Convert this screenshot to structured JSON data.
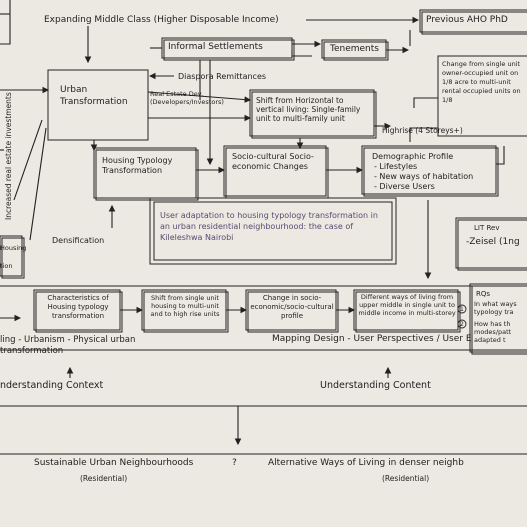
{
  "nodes": {
    "expanding_middle_class": "Expanding Middle Class (Higher Disposable Income)",
    "previous_aho_phd": "Previous AHO PhD",
    "informal_settlements": "Informal Settlements",
    "tenements": "Tenements",
    "diaspora_remittances": "Diaspora Remittances",
    "urban_transformation": "Urban Transformation",
    "real_estate_dev": "Real Estate Dev. (Developers/Investors)",
    "shift_horizontal_vertical": "Shift from Horizontal to vertical living: Single-family unit to multi-family unit",
    "highrise": "Highrise (4 Storeys+)",
    "change_from_single": "Change from single unit owner-occupied unit on 1/8 acre to multi-unit rental occupied units on 1/8",
    "increased_real_estate": "Increased real estate investments",
    "housing_typology_transformation": "Housing Typology Transformation",
    "socio_cultural_changes": "Socio-cultural Socio-economic Changes",
    "demographic_profile": "Demographic Profile",
    "lifestyles": "- Lifestyles",
    "new_ways_habitation": "- New ways of habitation",
    "diverse_users": "- Diverse Users",
    "left_housing": "Housing",
    "left_tion": "tion",
    "research_title": "User adaptation to housing typology transformation in an urban residential neighbourhood: the case of Kileleshwa Nairobi",
    "lit_rev": "LIT Rev",
    "zeisel": "-Zeisel (1ng",
    "densification": "Densification",
    "characteristics_housing": "Characteristics of Housing typology transformation",
    "shift_single_multi": "Shift from single unit housing to multi-unit and to high rise units",
    "change_socio_economic": "Change in socio-economic/socio-cultural profile",
    "different_ways_living": "Different ways of living from upper middle in single unit to middle income in multi-storey",
    "rqs": "RQs",
    "rq1": "In what ways typology tra",
    "rq2": "How has th modes/patt adapted t",
    "ling_urbanism": "ling - Urbanism - Physical urban transformation",
    "mapping_design": "Mapping Design - User Perspectives / User E",
    "understanding_context": "nderstanding Context",
    "understanding_content": "Understanding Content",
    "sustainable_neighbourhoods": "Sustainable Urban Neighbourhoods",
    "question_mark": "?",
    "alternative_ways": "Alternative Ways of Living in denser neighb",
    "residential_left": "(Residential)",
    "residential_right": "(Residential)"
  }
}
